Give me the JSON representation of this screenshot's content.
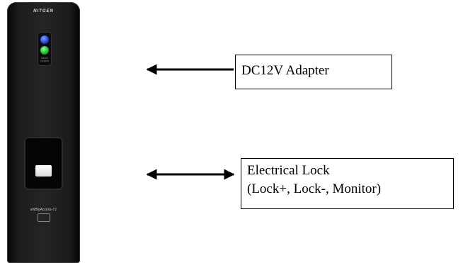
{
  "device": {
    "brand": "NITGEN",
    "led_caption_line1": "SMART",
    "led_caption_line2": "ACCESS",
    "model": "eNBioAccess-T1"
  },
  "labels": {
    "power": "DC12V Adapter",
    "lock_line1": "Electrical Lock",
    "lock_line2": "(Lock+, Lock-, Monitor)"
  }
}
